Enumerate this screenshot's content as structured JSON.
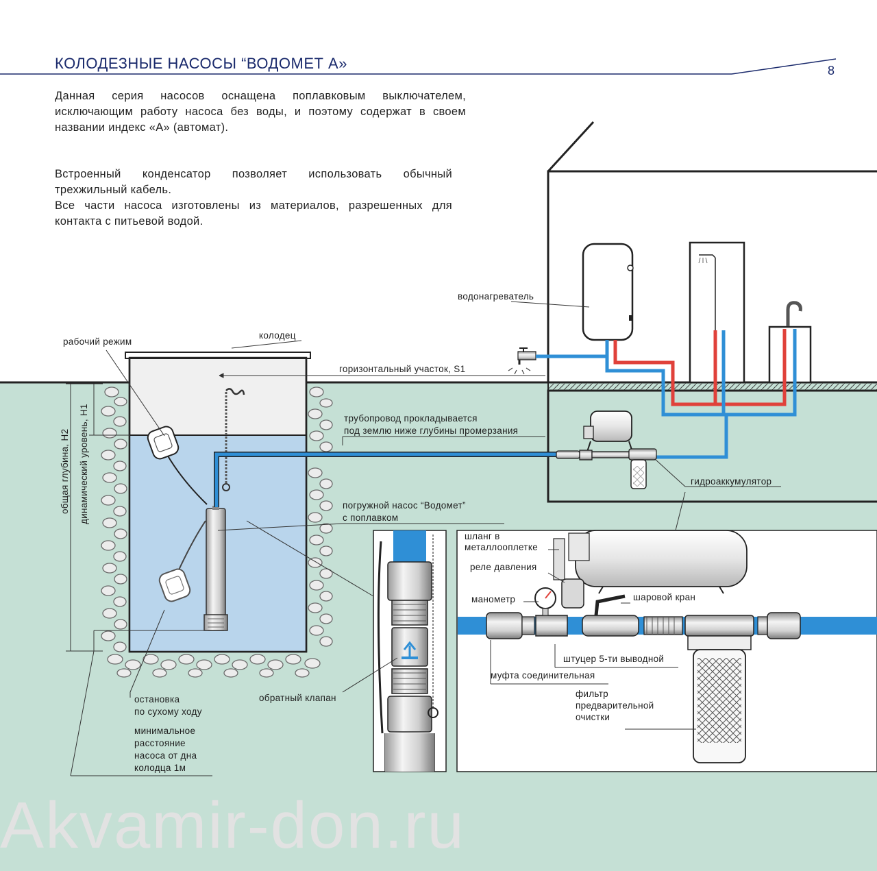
{
  "header": {
    "title": "КОЛОДЕЗНЫЕ НАСОСЫ “ВОДОМЕТ А»",
    "page_number": "8"
  },
  "intro": {
    "p1": "Данная серия насосов оснащена поплавковым выключателем, исключающим работу насоса без воды, и поэтому содержат в своем названии индекс «А» (автомат).",
    "p2_line1": "Встроенный конденсатор позволяет использовать обычный трехжильный кабель.",
    "p2_line2": "Все части насоса изготовлены из материалов, разрешенных для контакта с питьевой водой."
  },
  "labels": {
    "water_heater": "водонагреватель",
    "working_mode": "рабочий режим",
    "well": "колодец",
    "horizontal_section": "горизонтальный участок, S1",
    "pipeline_line1": "трубопровод прокладывается",
    "pipeline_line2": "под землю ниже глубины промерзания",
    "total_depth": "общая глубина, H2",
    "dynamic_level": "динамический уровень, H1",
    "accumulator": "гидроаккумулятор",
    "pump_line1": "погружной насос   “Водомет”",
    "pump_line2": "с поплавком",
    "hose_line1": "шланг в",
    "hose_line2": "металлооплетке",
    "pressure_relay": "реле давления",
    "manometer": "манометр",
    "ball_valve": "шаровой кран",
    "fitting": "штуцер 5-ти выводной",
    "coupling": "муфта соединительная",
    "check_valve": "обратный клапан",
    "dry_stop_line1": "остановка",
    "dry_stop_line2": "по сухому ходу",
    "min_dist_line1": "минимальное",
    "min_dist_line2": "расстояние",
    "min_dist_line3": "насоса от дна",
    "min_dist_line4": "колодца 1м",
    "filter_line1": "фильтр",
    "filter_line2": "предварительной",
    "filter_line3": "очистки"
  },
  "watermark": "Akvamir-don.ru",
  "colors": {
    "ground": "#c5e0d5",
    "water": "#b9d5ec",
    "pipe_blue": "#2f8fd6",
    "pipe_red": "#e0413a",
    "title_blue": "#1a2a6c"
  }
}
